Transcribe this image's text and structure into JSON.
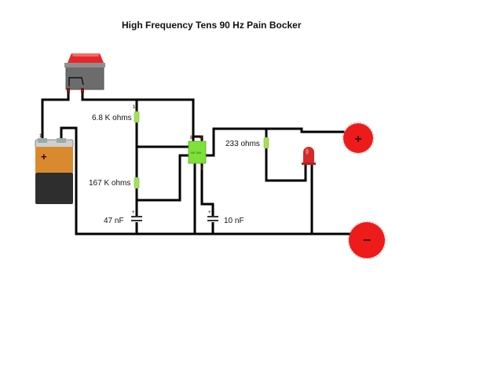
{
  "diagram": {
    "title": "High Frequency Tens 90 Hz Pain Bocker",
    "components": {
      "switch": {
        "name": "rocker-switch",
        "color": "#e8262a"
      },
      "battery": {
        "name": "9V battery",
        "plus_symbol": "+",
        "top_color": "#d98a2e",
        "bottom_color": "#2e2e2e"
      },
      "r1": {
        "label": "6.8 K ohms"
      },
      "r2": {
        "label": "167 K ohms"
      },
      "c1": {
        "label": "47 nF"
      },
      "c2": {
        "label": "10 nF"
      },
      "r3": {
        "label": "233 ohms"
      },
      "ic": {
        "name": "555 timer chip",
        "color": "#7ee03a"
      },
      "led": {
        "name": "LED",
        "color": "#d32a2a"
      },
      "electrode_pos": {
        "symbol": "+",
        "color": "#ee1b1b"
      },
      "electrode_neg": {
        "symbol": "−",
        "color": "#ee1b1b"
      }
    },
    "colors": {
      "wire": "#000000",
      "resistor": "#a6e05a",
      "pin_marker": "#8b1a1a"
    }
  }
}
